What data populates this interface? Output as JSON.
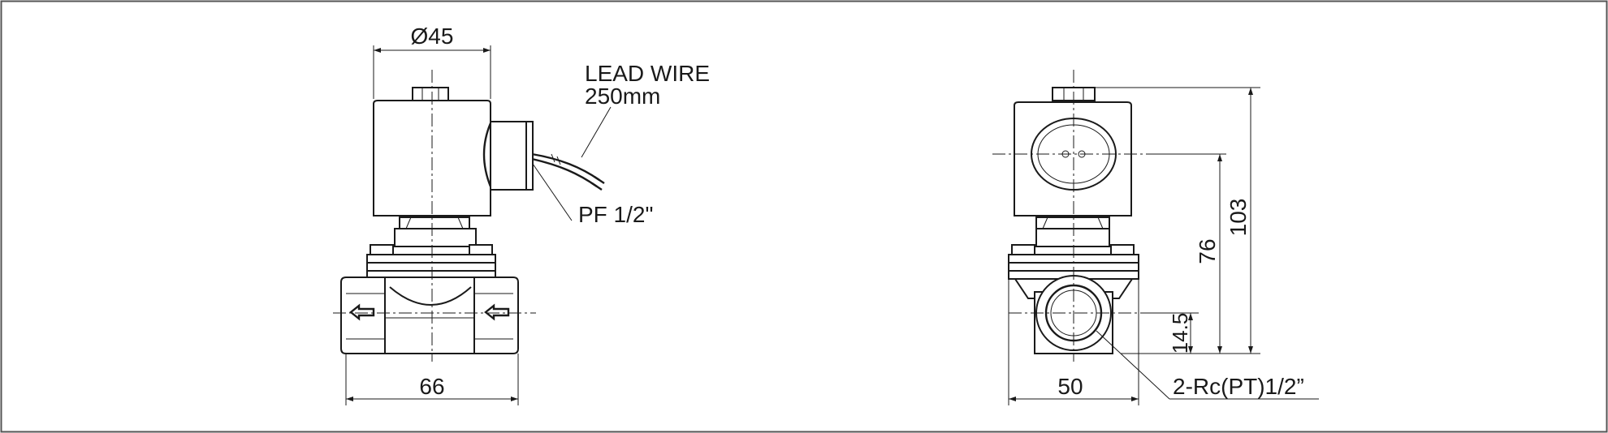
{
  "labels": {
    "diameter": "Ø45",
    "lead_wire": "LEAD WIRE",
    "lead_length": "250mm",
    "conduit": "PF 1/2\"",
    "width_front": "66",
    "width_side": "50",
    "height_total": "103",
    "height_coil_center": "76",
    "height_port": "14.5",
    "port_spec": "2-Rc(PT)1/2”"
  }
}
